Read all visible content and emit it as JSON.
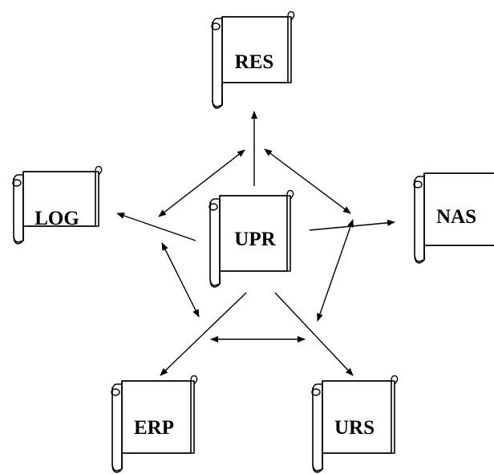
{
  "nodes": {
    "res": "RES",
    "log": "LOG",
    "upr": "UPR",
    "nas": "NAS",
    "erp": "ERP",
    "urs": "URS"
  },
  "edges": [
    {
      "from": "UPR",
      "to": "RES",
      "direction": "forward"
    },
    {
      "from": "UPR",
      "to": "LOG",
      "direction": "forward"
    },
    {
      "from": "UPR",
      "to": "NAS",
      "direction": "forward"
    },
    {
      "from": "UPR",
      "to": "ERP",
      "direction": "forward"
    },
    {
      "from": "UPR",
      "to": "URS",
      "direction": "forward"
    },
    {
      "from": "LOG",
      "to": "RES",
      "direction": "both"
    },
    {
      "from": "RES",
      "to": "NAS",
      "direction": "both"
    },
    {
      "from": "NAS",
      "to": "URS",
      "direction": "both"
    },
    {
      "from": "URS",
      "to": "ERP",
      "direction": "both"
    },
    {
      "from": "ERP",
      "to": "LOG",
      "direction": "both"
    }
  ]
}
